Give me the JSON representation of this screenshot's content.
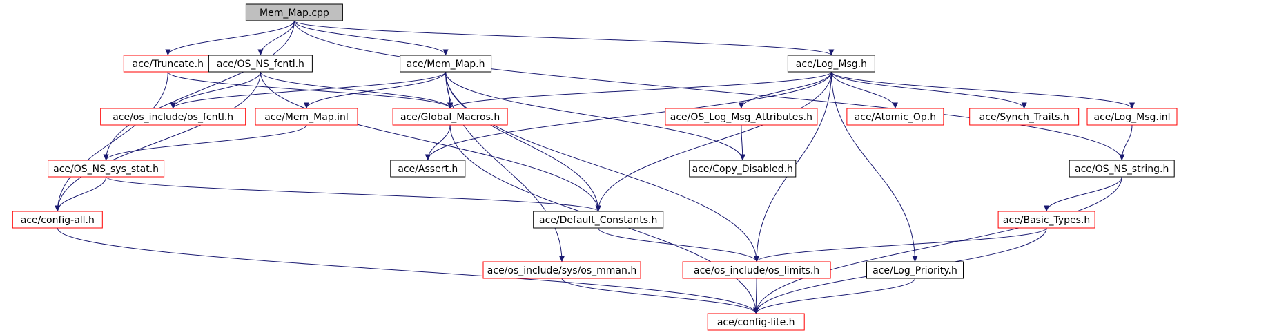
{
  "graph": {
    "nodes": [
      {
        "id": "mem_map_cpp",
        "label": "Mem_Map.cpp",
        "style": "root"
      },
      {
        "id": "truncate_h",
        "label": "ace/Truncate.h",
        "style": "red"
      },
      {
        "id": "os_ns_fcntl_h",
        "label": "ace/OS_NS_fcntl.h",
        "style": "black"
      },
      {
        "id": "mem_map_h",
        "label": "ace/Mem_Map.h",
        "style": "black"
      },
      {
        "id": "log_msg_h",
        "label": "ace/Log_Msg.h",
        "style": "black"
      },
      {
        "id": "os_fcntl_h",
        "label": "ace/os_include/os_fcntl.h",
        "style": "red"
      },
      {
        "id": "mem_map_inl",
        "label": "ace/Mem_Map.inl",
        "style": "red"
      },
      {
        "id": "global_macros_h",
        "label": "ace/Global_Macros.h",
        "style": "red"
      },
      {
        "id": "os_log_msg_attr_h",
        "label": "ace/OS_Log_Msg_Attributes.h",
        "style": "red"
      },
      {
        "id": "atomic_op_h",
        "label": "ace/Atomic_Op.h",
        "style": "red"
      },
      {
        "id": "synch_traits_h",
        "label": "ace/Synch_Traits.h",
        "style": "red"
      },
      {
        "id": "log_msg_inl",
        "label": "ace/Log_Msg.inl",
        "style": "red"
      },
      {
        "id": "os_ns_sys_stat_h",
        "label": "ace/OS_NS_sys_stat.h",
        "style": "red"
      },
      {
        "id": "assert_h",
        "label": "ace/Assert.h",
        "style": "black"
      },
      {
        "id": "copy_disabled_h",
        "label": "ace/Copy_Disabled.h",
        "style": "black"
      },
      {
        "id": "os_ns_string_h",
        "label": "ace/OS_NS_string.h",
        "style": "black"
      },
      {
        "id": "config_all_h",
        "label": "ace/config-all.h",
        "style": "red"
      },
      {
        "id": "default_constants_h",
        "label": "ace/Default_Constants.h",
        "style": "black"
      },
      {
        "id": "basic_types_h",
        "label": "ace/Basic_Types.h",
        "style": "red"
      },
      {
        "id": "os_mman_h",
        "label": "ace/os_include/sys/os_mman.h",
        "style": "red"
      },
      {
        "id": "os_limits_h",
        "label": "ace/os_include/os_limits.h",
        "style": "red"
      },
      {
        "id": "log_priority_h",
        "label": "ace/Log_Priority.h",
        "style": "black"
      },
      {
        "id": "config_lite_h",
        "label": "ace/config-lite.h",
        "style": "red"
      }
    ],
    "edges": [
      [
        "mem_map_cpp",
        "truncate_h"
      ],
      [
        "mem_map_cpp",
        "os_ns_fcntl_h"
      ],
      [
        "mem_map_cpp",
        "mem_map_h"
      ],
      [
        "mem_map_cpp",
        "log_msg_h"
      ],
      [
        "mem_map_cpp",
        "os_ns_sys_stat_h"
      ],
      [
        "mem_map_cpp",
        "os_ns_string_h"
      ],
      [
        "truncate_h",
        "global_macros_h"
      ],
      [
        "truncate_h",
        "config_all_h"
      ],
      [
        "os_ns_fcntl_h",
        "os_fcntl_h"
      ],
      [
        "os_ns_fcntl_h",
        "global_macros_h"
      ],
      [
        "os_ns_fcntl_h",
        "config_all_h"
      ],
      [
        "os_ns_fcntl_h",
        "default_constants_h"
      ],
      [
        "mem_map_h",
        "os_fcntl_h"
      ],
      [
        "mem_map_h",
        "mem_map_inl"
      ],
      [
        "mem_map_h",
        "global_macros_h"
      ],
      [
        "mem_map_h",
        "copy_disabled_h"
      ],
      [
        "mem_map_h",
        "default_constants_h"
      ],
      [
        "mem_map_h",
        "os_mman_h"
      ],
      [
        "mem_map_h",
        "os_limits_h"
      ],
      [
        "log_msg_h",
        "global_macros_h"
      ],
      [
        "log_msg_h",
        "os_log_msg_attr_h"
      ],
      [
        "log_msg_h",
        "atomic_op_h"
      ],
      [
        "log_msg_h",
        "synch_traits_h"
      ],
      [
        "log_msg_h",
        "log_msg_inl"
      ],
      [
        "log_msg_h",
        "assert_h"
      ],
      [
        "log_msg_h",
        "default_constants_h"
      ],
      [
        "log_msg_h",
        "os_limits_h"
      ],
      [
        "log_msg_h",
        "log_priority_h"
      ],
      [
        "mem_map_inl",
        "os_ns_sys_stat_h"
      ],
      [
        "global_macros_h",
        "assert_h"
      ],
      [
        "global_macros_h",
        "config_lite_h"
      ],
      [
        "os_log_msg_attr_h",
        "copy_disabled_h"
      ],
      [
        "log_msg_inl",
        "os_ns_string_h"
      ],
      [
        "os_ns_sys_stat_h",
        "config_all_h"
      ],
      [
        "os_ns_sys_stat_h",
        "default_constants_h"
      ],
      [
        "os_ns_string_h",
        "basic_types_h"
      ],
      [
        "os_ns_string_h",
        "config_lite_h"
      ],
      [
        "config_all_h",
        "config_lite_h"
      ],
      [
        "default_constants_h",
        "os_limits_h"
      ],
      [
        "basic_types_h",
        "os_limits_h"
      ],
      [
        "basic_types_h",
        "config_lite_h"
      ],
      [
        "os_mman_h",
        "config_lite_h"
      ],
      [
        "os_limits_h",
        "config_lite_h"
      ],
      [
        "log_priority_h",
        "config_lite_h"
      ]
    ]
  },
  "colors": {
    "edge": "#191970",
    "red_border": "#ff0000",
    "black_border": "#000000",
    "root_fill": "#bfbfbf",
    "node_fill": "#ffffff",
    "text": "#000000"
  }
}
